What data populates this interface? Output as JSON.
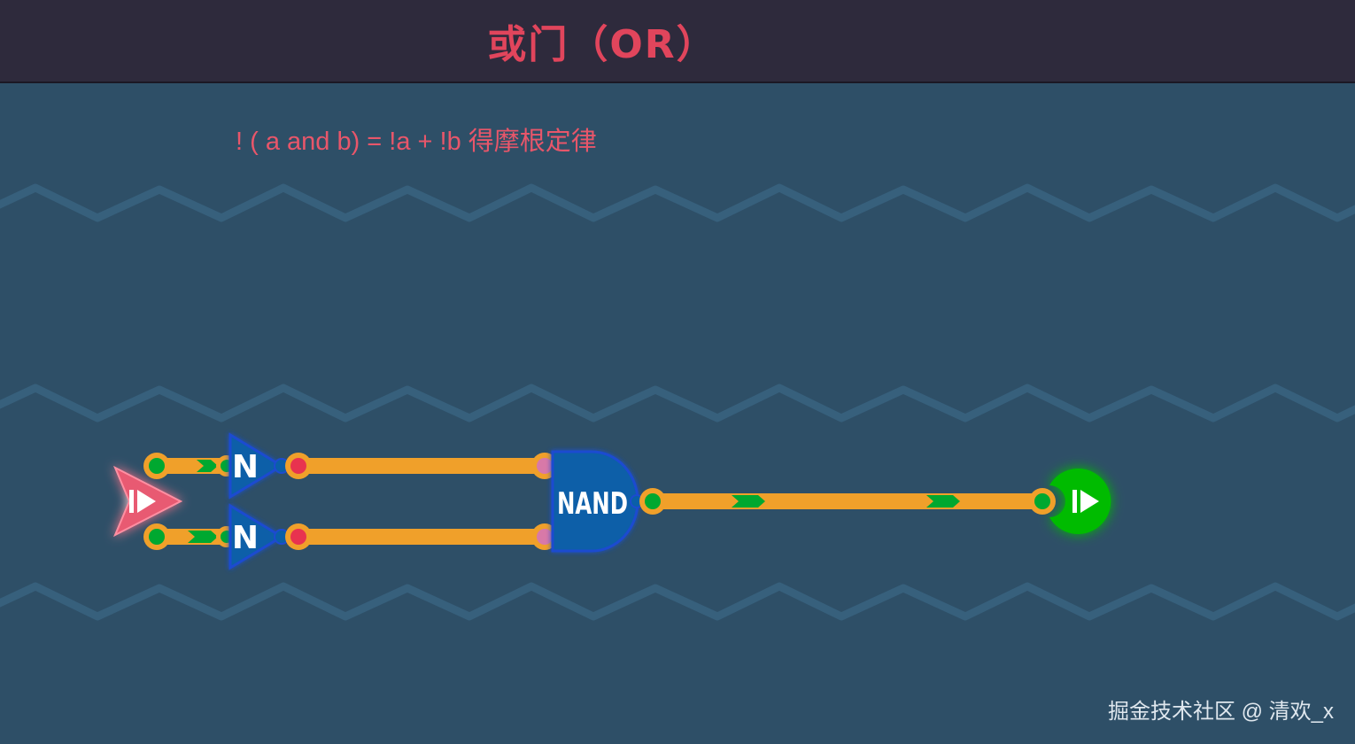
{
  "title": "或门（OR）",
  "formula": "! ( a and b) = !a + !b  得摩根定律",
  "watermark": "掘金技术社区 @ 清欢_x",
  "gates": {
    "not_top_label": "N",
    "not_bottom_label": "N",
    "nand_label": "NAND"
  },
  "icons": {
    "input": "play-arrow-icon",
    "output": "play-arrow-icon"
  },
  "colors": {
    "background": "#2e4f67",
    "topbar": "#2e2a3c",
    "accent": "#e1455c",
    "wire": "#f0a02a",
    "signal": "#00b32c",
    "gate": "#0a5fa8",
    "input_node": "#e85a72",
    "output_node": "#00bb00"
  }
}
